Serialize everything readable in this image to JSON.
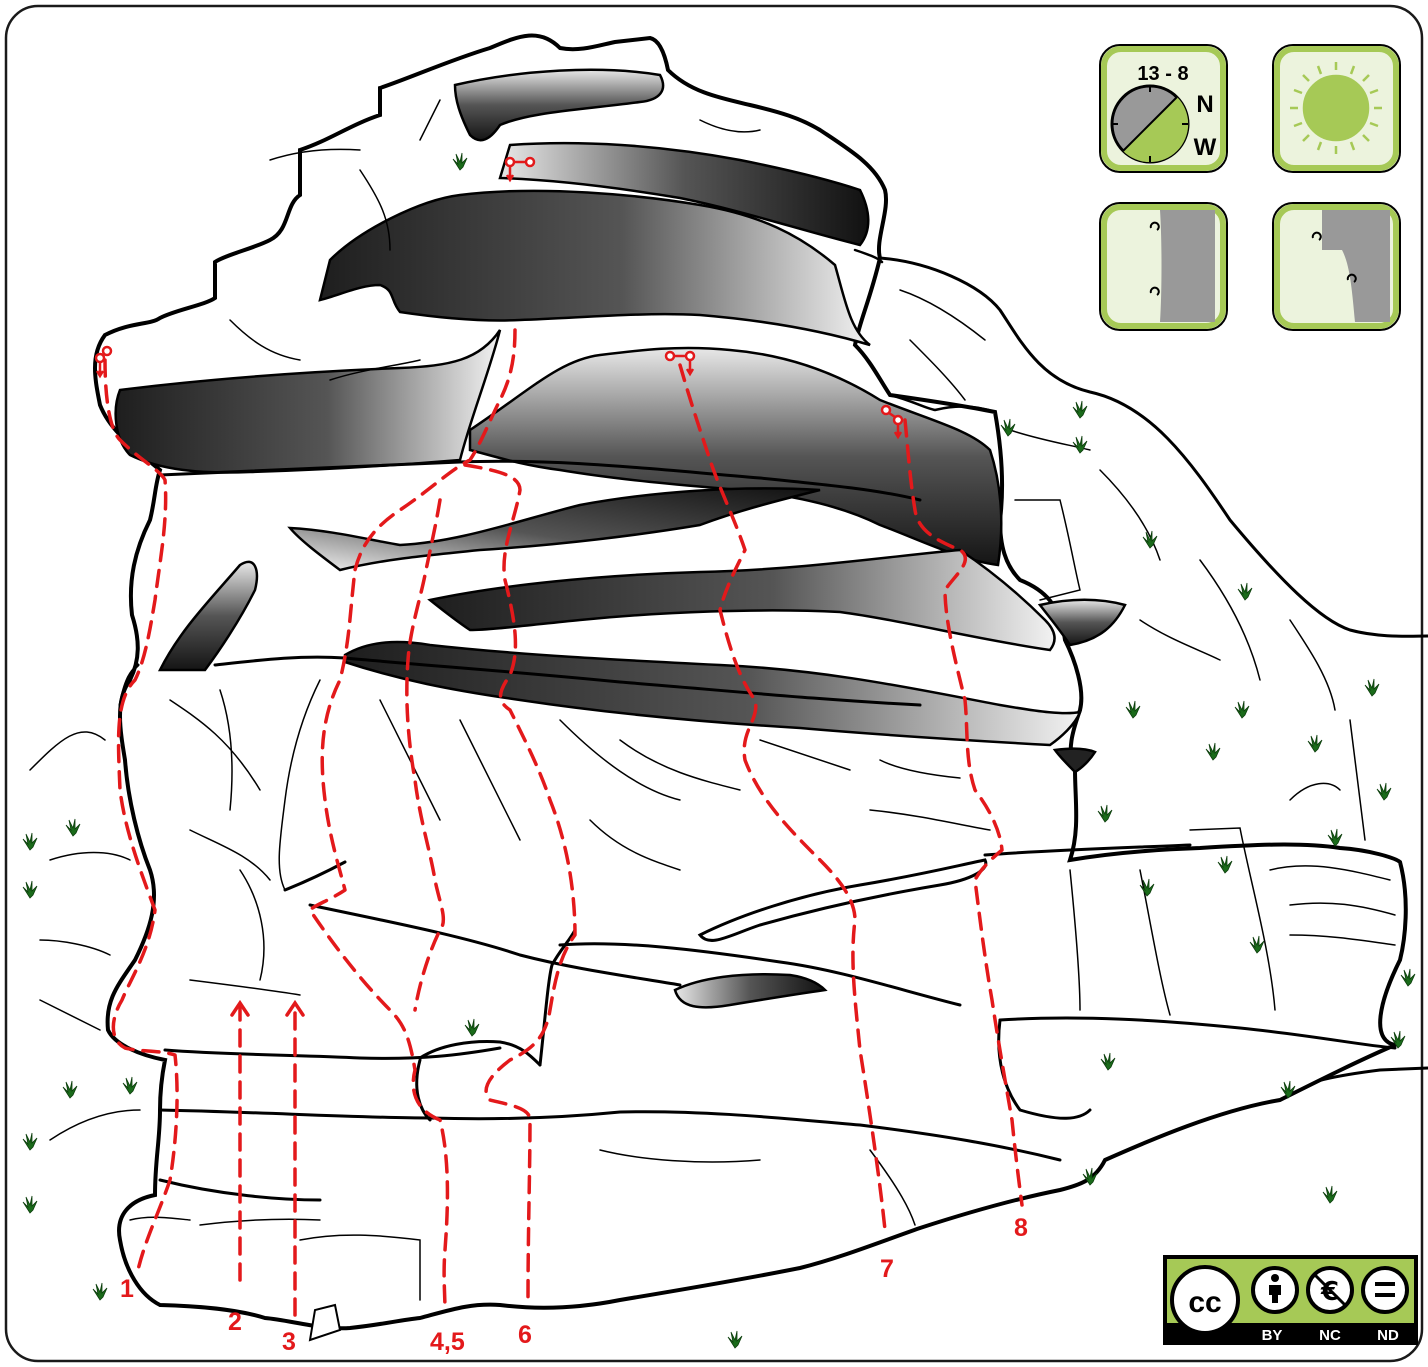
{
  "topo": {
    "routes": [
      {
        "label": "1",
        "color": "#e3191b"
      },
      {
        "label": "2",
        "color": "#e3191b"
      },
      {
        "label": "3",
        "color": "#e3191b"
      },
      {
        "label": "4,5",
        "color": "#e3191b"
      },
      {
        "label": "6",
        "color": "#e3191b"
      },
      {
        "label": "7",
        "color": "#e3191b"
      },
      {
        "label": "8",
        "color": "#e3191b"
      }
    ],
    "anchor_icon": "rappel-anchor-icon",
    "vegetation_icon": "grass-tuft-icon"
  },
  "info": {
    "hours": "13 - 8",
    "aspect_top": "N",
    "aspect_bottom": "W",
    "accent_color": "#a6c956",
    "panel_bg": "#ecf3dd",
    "sun_icon": "sun-icon",
    "wall_profile_icons": [
      "vertical-wall-icon",
      "overhang-wall-icon"
    ]
  },
  "license": {
    "logo_text": "cc",
    "labels": [
      "BY",
      "NC",
      "ND"
    ]
  }
}
